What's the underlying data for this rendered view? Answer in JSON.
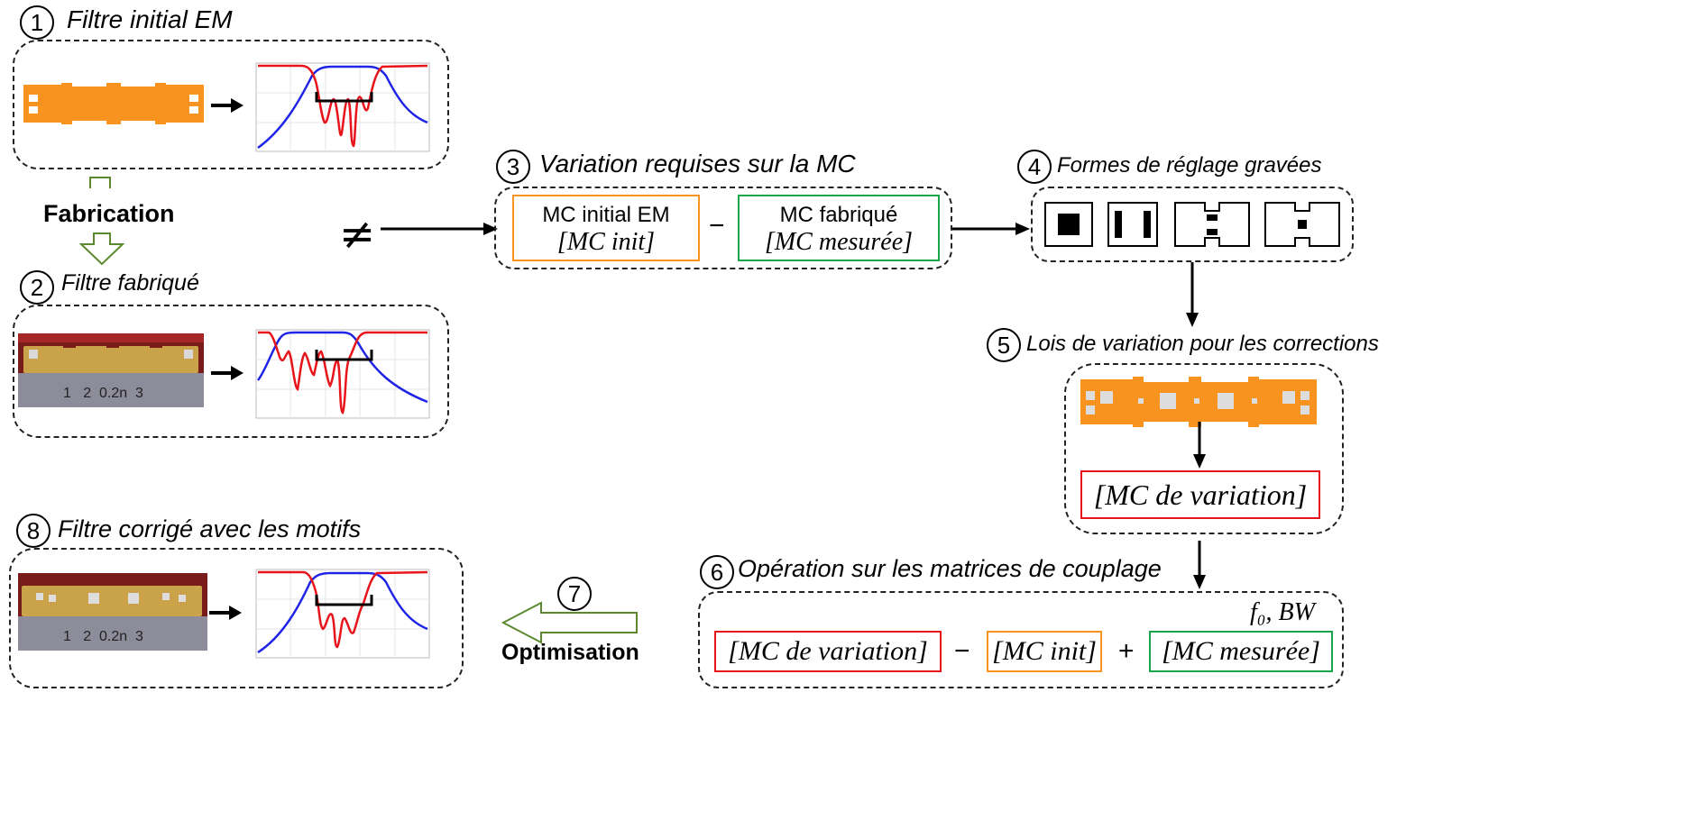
{
  "steps": {
    "s1": {
      "num": "1",
      "title": "Filtre initial EM"
    },
    "s2": {
      "num": "2",
      "title": "Filtre fabriqué"
    },
    "s3": {
      "num": "3",
      "title": "Variation requises sur la MC"
    },
    "s4": {
      "num": "4",
      "title": "Formes de réglage gravées"
    },
    "s5": {
      "num": "5",
      "title": "Lois de variation pour les corrections"
    },
    "s6": {
      "num": "6",
      "title": "Opération sur les matrices de couplage"
    },
    "s7": {
      "num": "7",
      "label": "Optimisation"
    },
    "s8": {
      "num": "8",
      "title": "Filtre corrigé avec les motifs"
    }
  },
  "fabrication_label": "Fabrication",
  "not_equal": "≠",
  "step3": {
    "box1_line1": "MC initial EM",
    "box1_line2": "[MC init]",
    "minus": "−",
    "box2_line1": "MC fabriqué",
    "box2_line2": "[MC mesurée]"
  },
  "step5": {
    "matrix": "[MC de variation]"
  },
  "step6": {
    "params": "f₀, BW",
    "m1": "[MC de variation]",
    "op1": "−",
    "m2": "[MC init]",
    "op2": "+",
    "m3": "[MC mesurée]"
  },
  "ruler_text": {
    "r2": "1   2  0.2n  3",
    "r8": "1   2  0.2n  3"
  },
  "colors": {
    "orange": "#f7931e",
    "green": "#1aa64b",
    "red": "#e8141b",
    "blue": "#1f24e6",
    "fab_arrow": "#5b8a2e",
    "gold": "#c9a24a"
  }
}
